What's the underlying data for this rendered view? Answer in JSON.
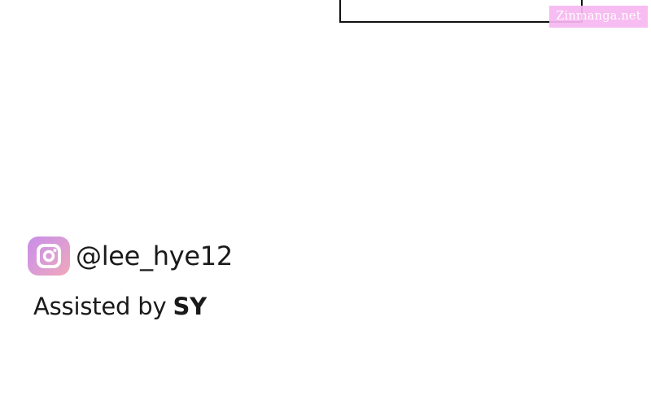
{
  "watermark": {
    "text": "Zinmanga.net"
  },
  "social": {
    "icon": "instagram-icon",
    "handle": "@lee_hye12"
  },
  "credit": {
    "prefix": "Assisted by",
    "name": "SY"
  },
  "colors": {
    "icon_gradient_start": "#c98ce8",
    "icon_gradient_end": "#f1a7b8",
    "watermark_bg": "#f7b7f0",
    "text": "#1a1a1a"
  }
}
